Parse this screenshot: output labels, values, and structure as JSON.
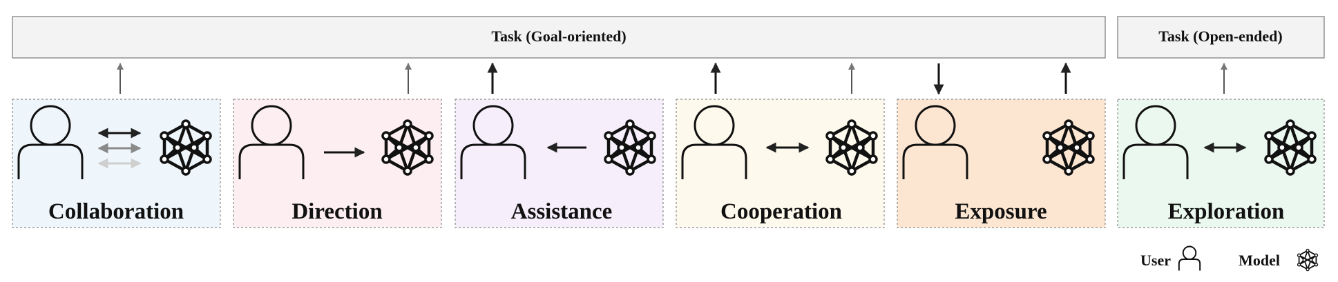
{
  "tasks": {
    "goal_oriented": "Task (Goal-oriented)",
    "open_ended": "Task (Open-ended)"
  },
  "panels": [
    {
      "label": "Collaboration",
      "bg": "#eef6fb",
      "user_model_arrow": "triple-double-arrow"
    },
    {
      "label": "Direction",
      "bg": "#fdeef1",
      "user_model_arrow": "right-arrow"
    },
    {
      "label": "Assistance",
      "bg": "#f6eefb",
      "user_model_arrow": "left-arrow"
    },
    {
      "label": "Cooperation",
      "bg": "#fdf9ec",
      "user_model_arrow": "double-arrow"
    },
    {
      "label": "Exposure",
      "bg": "#fce6d2",
      "user_model_arrow": "none"
    },
    {
      "label": "Exploration",
      "bg": "#ebf8ef",
      "user_model_arrow": "double-arrow"
    }
  ],
  "legend": {
    "user": "User",
    "model": "Model"
  },
  "colors": {
    "border": "#888888",
    "task_bg": "#f3f3f3",
    "icon": "#111111",
    "arrow": "#222222",
    "arrow_faded": "#8a8a8a",
    "arrow_light": "#cfcfcf"
  },
  "icons": [
    "user-icon",
    "neural-network-model-icon",
    "up-arrow-icon",
    "down-arrow-icon"
  ]
}
